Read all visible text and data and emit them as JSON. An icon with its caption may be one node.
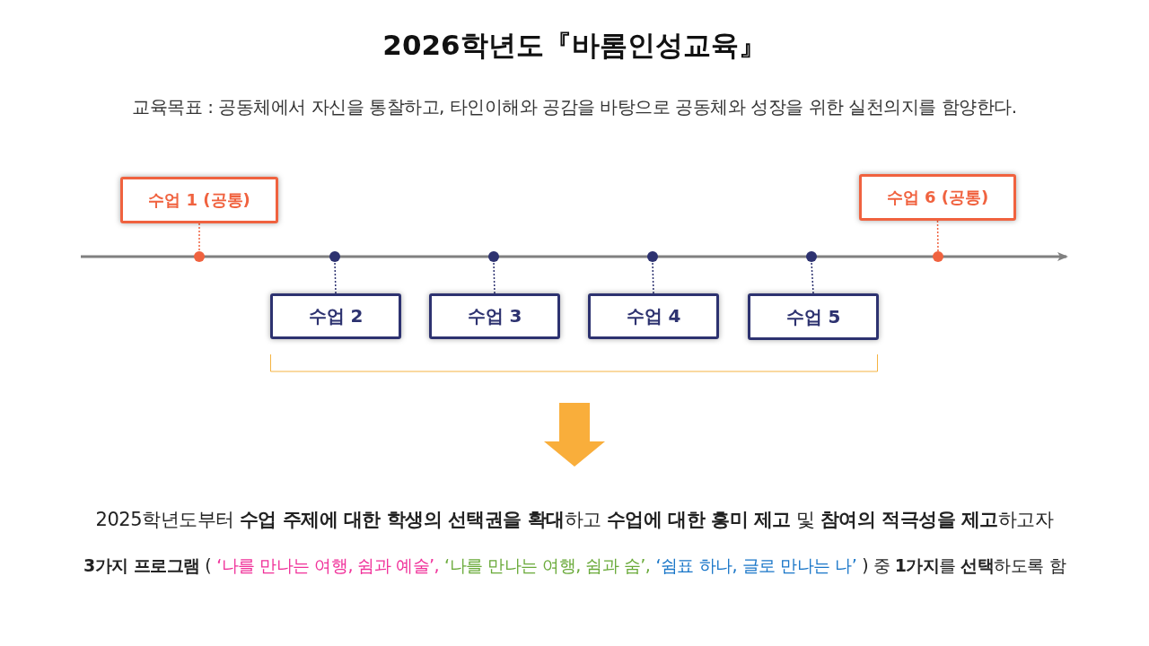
{
  "diagram": {
    "title": "2026학년도『바롬인성교육』",
    "nodes": [
      {
        "text": [
          "수업 1 (공통)"
        ]
      },
      {
        "text": [
          "수업 6 (공통)"
        ]
      },
      {
        "text": [],
        "shape": "circle"
      },
      {
        "text": [],
        "shape": "circle"
      },
      {
        "text": [],
        "shape": "circle"
      },
      {
        "text": [],
        "shape": "circle"
      },
      {
        "text": [],
        "shape": "circle"
      },
      {
        "text": [],
        "shape": "circle"
      },
      {
        "text": [
          "수업 2"
        ]
      },
      {
        "text": [
          "수업 3"
        ]
      },
      {
        "text": [
          "수업 4"
        ]
      },
      {
        "text": [
          "수업 5"
        ]
      }
    ],
    "edges": [
      {
        "from": 0,
        "to": 2,
        "arrow": "none",
        "style": "dashed",
        "color": "#f0623f"
      },
      {
        "from": 1,
        "to": 7,
        "arrow": "none",
        "style": "dashed",
        "color": "#f0623f"
      },
      {
        "from": 8,
        "to": 3,
        "arrow": "none",
        "style": "dashed"
      },
      {
        "from": 9,
        "to": 4,
        "arrow": "none",
        "style": "dashed"
      },
      {
        "from": 10,
        "to": 5,
        "arrow": "none",
        "style": "dashed"
      },
      {
        "from": 11,
        "to": 6,
        "arrow": "none",
        "style": "dashed"
      }
    ],
    "labels": [
      "교육목표 : 공동체에서 자신을 통찰하고, 타인이해와 공감을 바탕으로 공동체와 성장을 위한 실천의지를 함양한다.",
      "2025학년도부터 **수업 주제에 대한 학생의 선택권을 확대**하고 **수업에 대한 흥미 제고** 및 **참여의 적극성을 제고**하고자",
      "**3가지 프로그램** (",
      "‘나를 만나는 여행, 쉼과 예술’,",
      "‘나를 만나는 여행, 쉼과 숨’,",
      "‘쉼표 하나, 글로 만나는 나’",
      ") 중 **1가지**를 **선택**하도록 함"
    ]
  }
}
